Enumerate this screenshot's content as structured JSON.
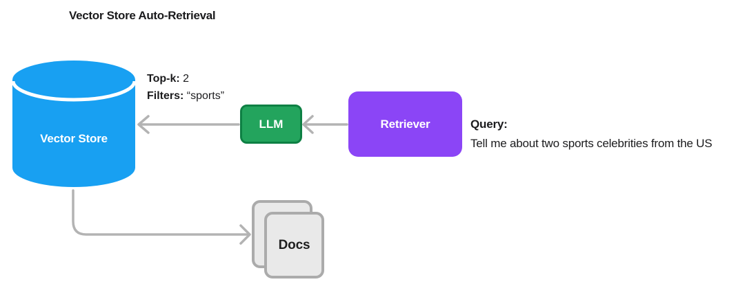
{
  "title": "Vector Store Auto-Retrieval",
  "nodes": {
    "vector_store": {
      "label": "Vector Store",
      "shape": "cylinder",
      "fill": "#18a0f2"
    },
    "llm": {
      "label": "LLM",
      "shape": "rounded-rect",
      "fill": "#23a45d",
      "border": "#0e8044"
    },
    "retriever": {
      "label": "Retriever",
      "shape": "rounded-rect",
      "fill": "#8b45f6"
    },
    "docs": {
      "label": "Docs",
      "shape": "stacked-documents",
      "fill": "#e9e9e9",
      "border": "#ababab"
    }
  },
  "annotations": {
    "params": {
      "topk_label": "Top-k:",
      "topk_value": "2",
      "filters_label": "Filters:",
      "filters_value": "“sports”"
    },
    "query": {
      "label": "Query:",
      "text": "Tell me about two sports celebrities from the US"
    }
  },
  "edges": [
    {
      "name": "retriever-to-llm",
      "from": "Retriever",
      "to": "LLM"
    },
    {
      "name": "llm-to-vector-store",
      "from": "LLM",
      "to": "Vector Store"
    },
    {
      "name": "vector-store-to-docs",
      "from": "Vector Store",
      "to": "Docs"
    }
  ],
  "colors": {
    "background": "#ffffff",
    "arrow": "#b3b3b3",
    "text": "#1b1b1d",
    "node_text": "#ffffff"
  }
}
